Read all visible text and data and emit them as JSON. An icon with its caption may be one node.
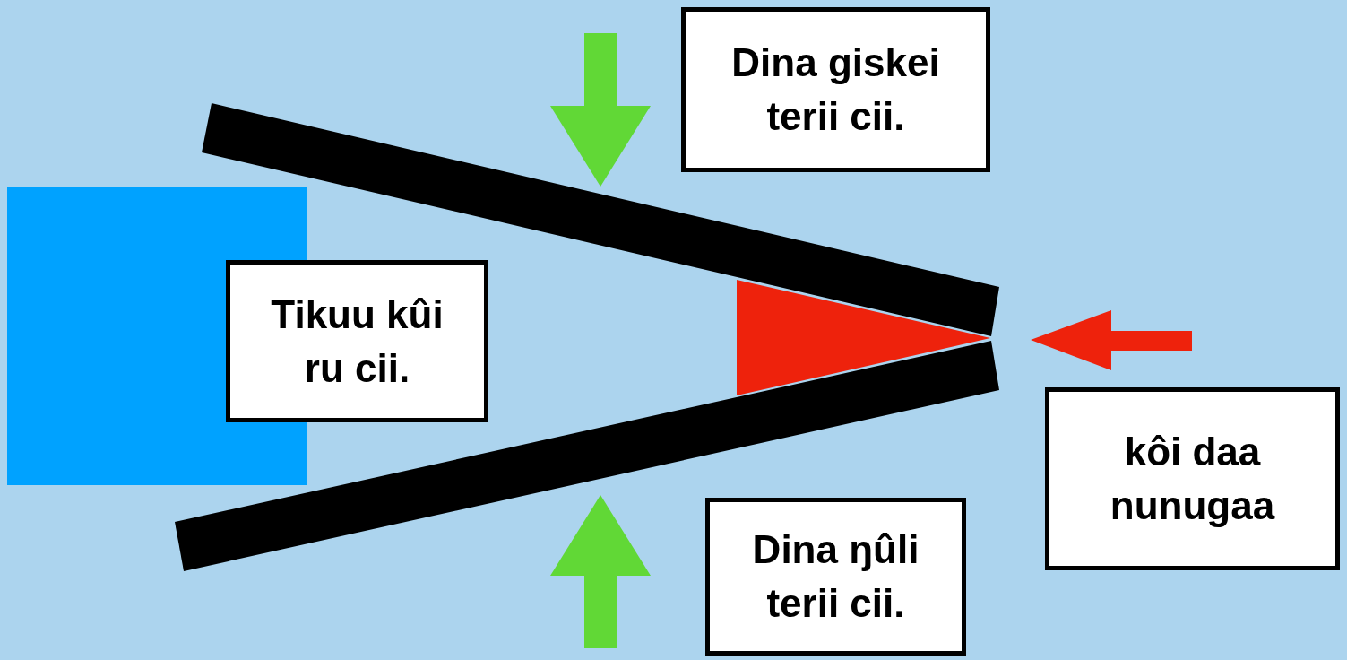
{
  "diagram": {
    "nodes": [
      {
        "text": [
          "Dina giskei terii cii."
        ]
      },
      {
        "text": [
          "Tikuu kûi ru cii."
        ]
      },
      {
        "text": [
          "kôi daa nunugaa"
        ]
      },
      {
        "text": [
          "Dina ŋûli terii cii."
        ]
      }
    ]
  }
}
